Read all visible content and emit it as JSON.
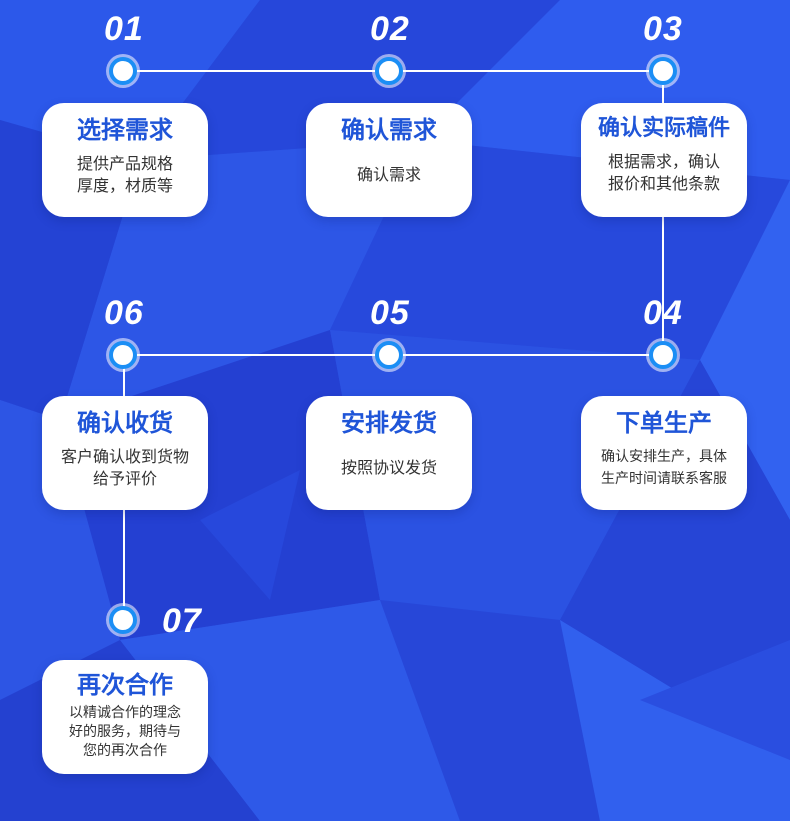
{
  "colors": {
    "background": "#2a4fe0",
    "node_border": "#1b8ef5",
    "title": "#1f55d8",
    "line": "#ffffff"
  },
  "steps": [
    {
      "number": "01",
      "title": "选择需求",
      "desc": [
        "提供产品规格",
        "厚度，材质等"
      ]
    },
    {
      "number": "02",
      "title": "确认需求",
      "desc": [
        "确认需求"
      ]
    },
    {
      "number": "03",
      "title": "确认实际稿件",
      "desc": [
        "根据需求，确认",
        "报价和其他条款"
      ]
    },
    {
      "number": "04",
      "title": "下单生产",
      "desc": [
        "确认安排生产，具体",
        "生产时间请联系客服"
      ]
    },
    {
      "number": "05",
      "title": "安排发货",
      "desc": [
        "按照协议发货"
      ]
    },
    {
      "number": "06",
      "title": "确认收货",
      "desc": [
        "客户确认收到货物",
        "给予评价"
      ]
    },
    {
      "number": "07",
      "title": "再次合作",
      "desc": [
        "以精诚合作的理念",
        "好的服务，期待与",
        "您的再次合作"
      ]
    }
  ]
}
